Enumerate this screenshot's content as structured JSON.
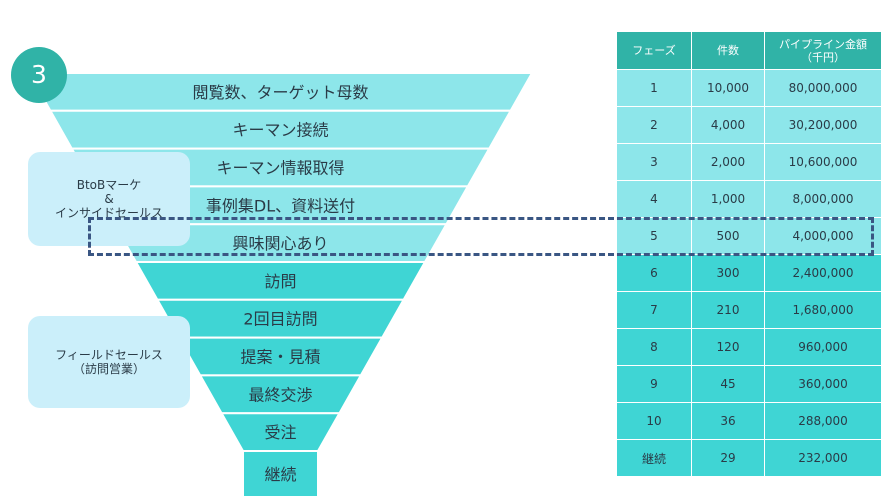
{
  "step_number": "3",
  "funnel_stages": [
    {
      "label": "閲覧数、ターゲット母数",
      "color": "#8de6ea"
    },
    {
      "label": "キーマン接続",
      "color": "#8de6ea"
    },
    {
      "label": "キーマン情報取得",
      "color": "#8de6ea"
    },
    {
      "label": "事例集DL、資料送付",
      "color": "#8de6ea"
    },
    {
      "label": "興味関心あり",
      "color": "#8de6ea"
    },
    {
      "label": "訪問",
      "color": "#3fd5d4"
    },
    {
      "label": "2回目訪問",
      "color": "#3fd5d4"
    },
    {
      "label": "提案・見積",
      "color": "#3fd5d4"
    },
    {
      "label": "最終交渉",
      "color": "#3fd5d4"
    },
    {
      "label": "受注",
      "color": "#3fd5d4"
    },
    {
      "label": "継続",
      "color": "#3fd5d4"
    }
  ],
  "groups": {
    "btob": {
      "line1": "BtoBマーケ",
      "line2": "&",
      "line3": "インサイドセールス"
    },
    "field": {
      "line1": "フィールドセールス",
      "line2": "（訪問営業）"
    }
  },
  "table": {
    "header": {
      "phase": "フェーズ",
      "count": "件数",
      "amount_line1": "パイプライン金額",
      "amount_line2": "（千円）"
    },
    "header_color": "#30b3a7",
    "rows": [
      {
        "phase": "1",
        "count": "10,000",
        "amount": "80,000,000",
        "color": "#8de6ea"
      },
      {
        "phase": "2",
        "count": "4,000",
        "amount": "30,200,000",
        "color": "#8de6ea"
      },
      {
        "phase": "3",
        "count": "2,000",
        "amount": "10,600,000",
        "color": "#8de6ea"
      },
      {
        "phase": "4",
        "count": "1,000",
        "amount": "8,000,000",
        "color": "#8de6ea"
      },
      {
        "phase": "5",
        "count": "500",
        "amount": "4,000,000",
        "color": "#8de6ea"
      },
      {
        "phase": "6",
        "count": "300",
        "amount": "2,400,000",
        "color": "#3fd5d4"
      },
      {
        "phase": "7",
        "count": "210",
        "amount": "1,680,000",
        "color": "#3fd5d4"
      },
      {
        "phase": "8",
        "count": "120",
        "amount": "960,000",
        "color": "#3fd5d4"
      },
      {
        "phase": "9",
        "count": "45",
        "amount": "360,000",
        "color": "#3fd5d4"
      },
      {
        "phase": "10",
        "count": "36",
        "amount": "288,000",
        "color": "#3fd5d4"
      },
      {
        "phase": "継続",
        "count": "29",
        "amount": "232,000",
        "color": "#3fd5d4"
      }
    ]
  },
  "highlight_border_color": "#3a5683"
}
